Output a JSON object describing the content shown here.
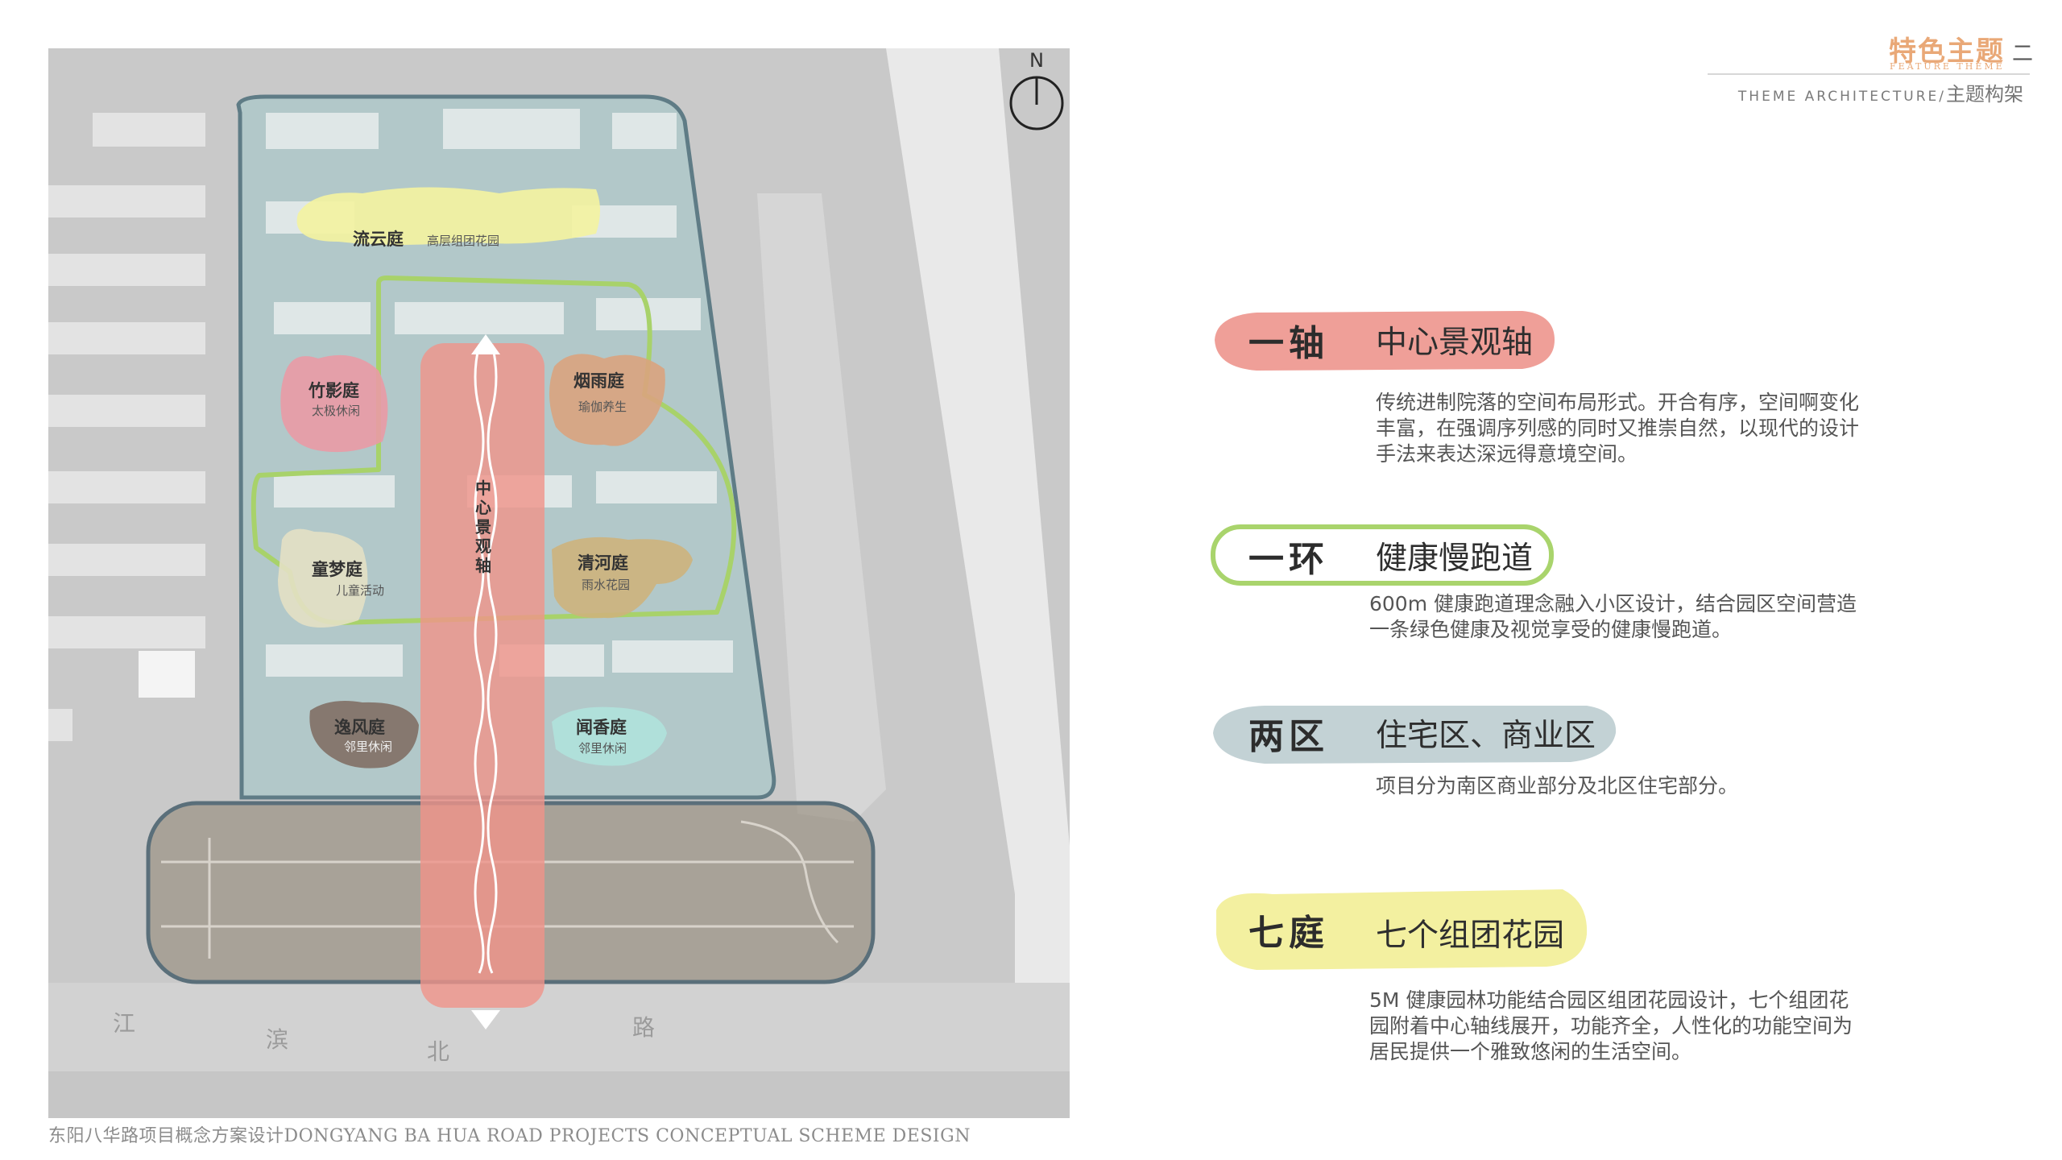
{
  "header": {
    "feature_title": "特色主题",
    "feature_sub": "FEATURE THEME",
    "number": "二",
    "en_title": "THEME ARCHITECTURE/",
    "zh_title": "主题构架"
  },
  "map": {
    "north": "N",
    "gardens": [
      {
        "name": "流云庭",
        "sub": "高层组团花园"
      },
      {
        "name": "竹影庭",
        "sub": "太极休闲"
      },
      {
        "name": "烟雨庭",
        "sub": "瑜伽养生"
      },
      {
        "name": "童梦庭",
        "sub": "儿童活动"
      },
      {
        "name": "清河庭",
        "sub": "雨水花园"
      },
      {
        "name": "逸风庭",
        "sub": "邻里休闲"
      },
      {
        "name": "闻香庭",
        "sub": "邻里休闲"
      }
    ],
    "axis_label": "中心景观轴",
    "road": [
      "江",
      "滨",
      "北",
      "路"
    ],
    "colors": {
      "axis": "#f0948a",
      "ring": "#a8d26a",
      "residential": "#9fc7c9",
      "commercial": "#8d8170",
      "flow_cloud": "#f4f3a0",
      "bamboo": "#e99aa5",
      "misty": "#d9a37e",
      "dream": "#e3e0c4",
      "clear_river": "#cdb37c",
      "breeze": "#7e6a5f",
      "fragrance": "#b0e2db"
    }
  },
  "sections": [
    {
      "key": "一轴",
      "title": "中心景观轴",
      "color": "#ef9f98",
      "lines": [
        "传统进制院落的空间布局形式。开合有序，空间啊变化",
        "丰富，在强调序列感的同时又推崇自然，以现代的设计",
        "手法来表达深远得意境空间。"
      ]
    },
    {
      "key": "一环",
      "title": "健康慢跑道",
      "color": "#a9d46c",
      "lines": [
        "600m 健康跑道理念融入小区设计，结合园区空间营造",
        "一条绿色健康及视觉享受的健康慢跑道。"
      ]
    },
    {
      "key": "两区",
      "title": "住宅区、商业区",
      "color": "#c3d2d5",
      "lines": [
        "项目分为南区商业部分及北区住宅部分。"
      ]
    },
    {
      "key": "七庭",
      "title": "七个组团花园",
      "color": "#f3f0a0",
      "lines": [
        "5M 健康园林功能结合园区组团花园设计，七个组团花",
        "园附着中心轴线展开，功能齐全，人性化的功能空间为",
        "居民提供一个雅致悠闲的生活空间。"
      ]
    }
  ],
  "footer": "东阳八华路项目概念方案设计DONGYANG BA HUA ROAD PROJECTS CONCEPTUAL SCHEME DESIGN"
}
